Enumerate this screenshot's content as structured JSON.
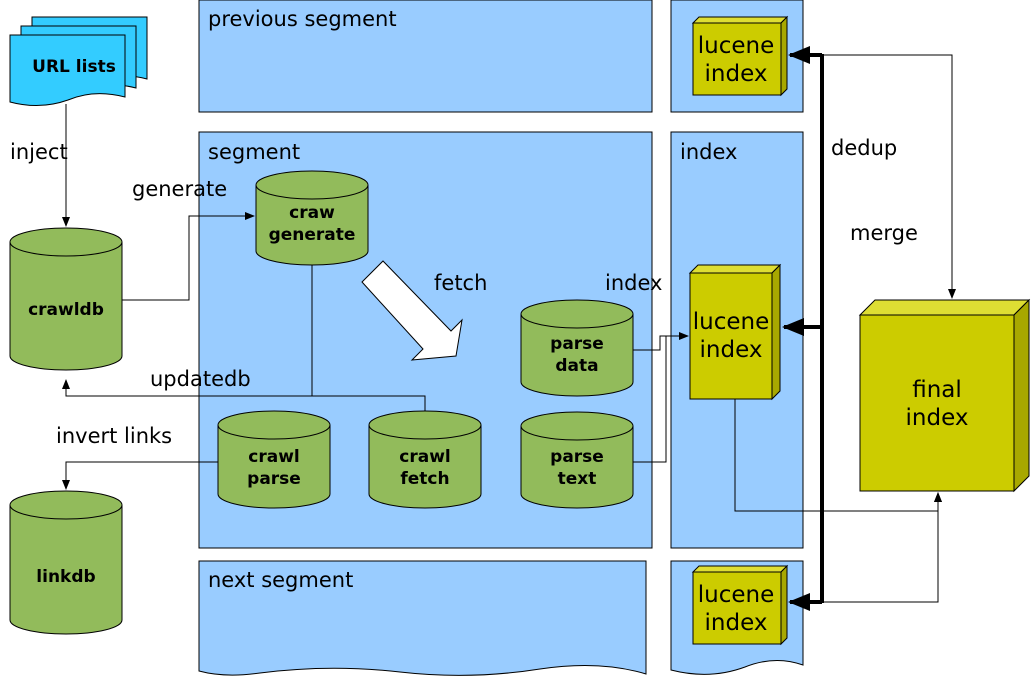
{
  "labels": {
    "previous_segment": "previous segment",
    "segment": "segment",
    "next_segment": "next segment",
    "index_panel": "index",
    "inject": "inject",
    "generate": "generate",
    "fetch": "fetch",
    "index_arrow": "index",
    "updatedb": "updatedb",
    "invert_links": "invert links",
    "dedup": "dedup",
    "merge": "merge"
  },
  "doc_stack": {
    "label": "URL lists"
  },
  "databases": {
    "crawldb": "crawldb",
    "linkdb": "linkdb",
    "craw_generate": [
      "craw",
      "generate"
    ],
    "crawl_parse": [
      "crawl",
      "parse"
    ],
    "crawl_fetch": [
      "crawl",
      "fetch"
    ],
    "parse_data": [
      "parse",
      "data"
    ],
    "parse_text": [
      "parse",
      "text"
    ]
  },
  "indexes": {
    "top": [
      "lucene",
      "index"
    ],
    "middle": [
      "lucene",
      "index"
    ],
    "bottom": [
      "lucene",
      "index"
    ],
    "final": [
      "final",
      "index"
    ]
  },
  "colors": {
    "panel": "#99ccff",
    "db": "#92bb5b",
    "doc": "#33ccff",
    "index_box": "#cccc00"
  }
}
